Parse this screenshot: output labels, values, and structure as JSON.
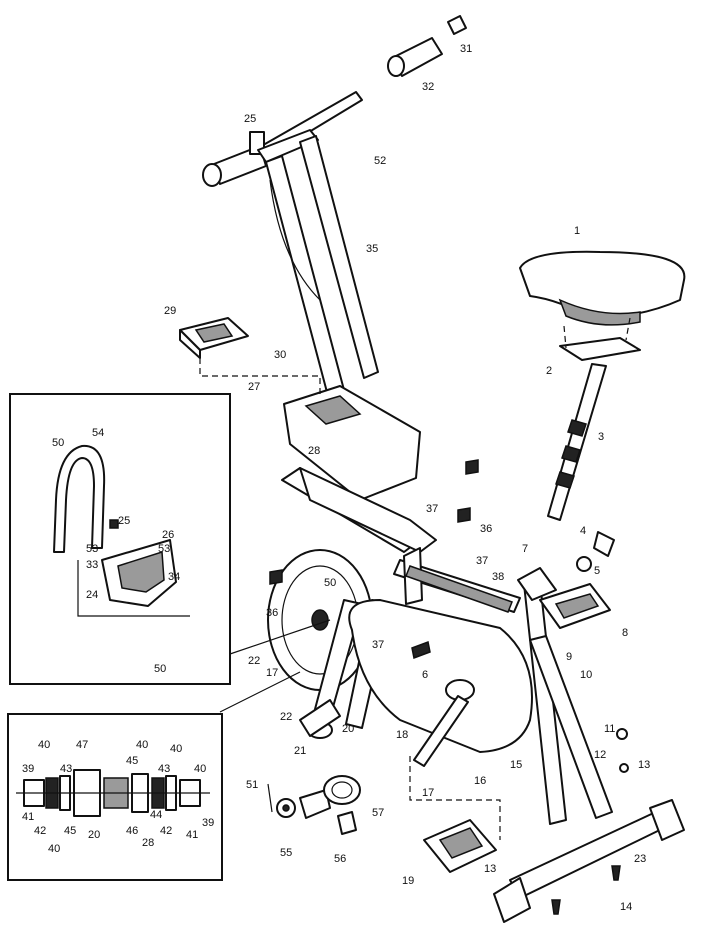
{
  "callouts": {
    "p1": "1",
    "p2": "2",
    "p3": "3",
    "p4": "4",
    "p5": "5",
    "p6": "6",
    "p7": "7",
    "p8": "8",
    "p9": "9",
    "p10": "10",
    "p11": "11",
    "p12": "12",
    "p13a": "13",
    "p13b": "13",
    "p14": "14",
    "p15": "15",
    "p16": "16",
    "p17a": "17",
    "p17b": "17",
    "p18": "18",
    "p19": "19",
    "p20a": "20",
    "p21": "21",
    "p22a": "22",
    "p22b": "22",
    "p23": "23",
    "p25": "25",
    "p27": "27",
    "p28": "28",
    "p29": "29",
    "p30": "30",
    "p31": "31",
    "p32": "32",
    "p35": "35",
    "p36a": "36",
    "p36b": "36",
    "p37a": "37",
    "p37b": "37",
    "p37c": "37",
    "p38": "38",
    "p50a": "50",
    "p51": "51",
    "p52": "52",
    "p55": "55",
    "p56": "56",
    "p57": "57"
  },
  "inset_top": {
    "i50a": "50",
    "i54": "54",
    "i25": "25",
    "i53a": "53",
    "i26": "26",
    "i53b": "53",
    "i33": "33",
    "i34": "34",
    "i24": "24",
    "i50b": "50"
  },
  "inset_bottom": {
    "b40a": "40",
    "b47": "47",
    "b40b": "40",
    "b40c": "40",
    "b39a": "39",
    "b43a": "43",
    "b45a": "45",
    "b43b": "43",
    "b40d": "40",
    "b41a": "41",
    "b42a": "42",
    "b45b": "45",
    "b20": "20",
    "b46": "46",
    "b44": "44",
    "b42b": "42",
    "b41b": "41",
    "b39b": "39",
    "b40e": "40",
    "b28": "28"
  }
}
